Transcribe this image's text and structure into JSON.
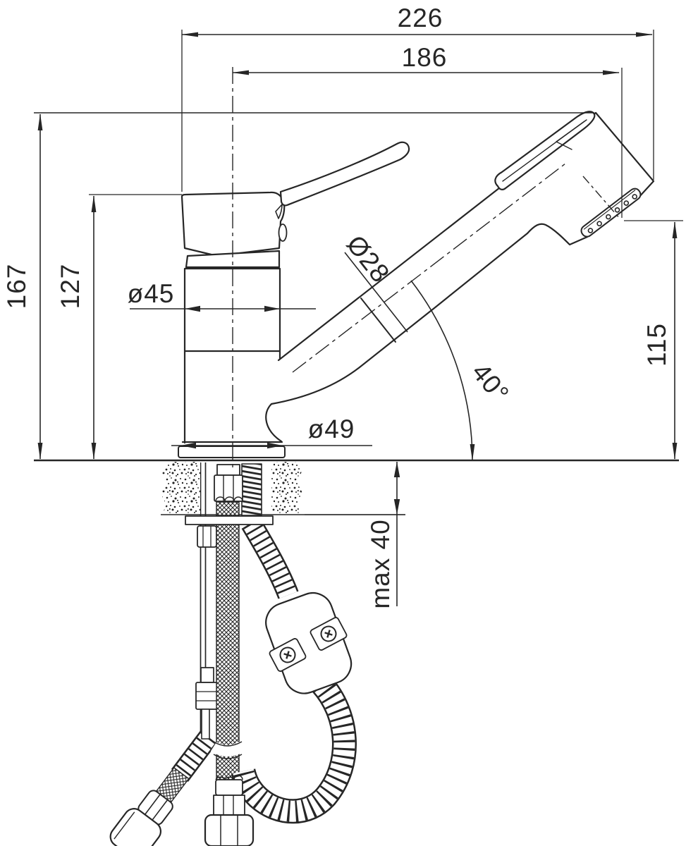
{
  "drawing": {
    "type": "technical_drawing",
    "subject": "Single-lever kitchen mixer tap with pull-out spray head, side elevation with installation hoses",
    "units": "mm",
    "dimensions": {
      "overall_length": "226",
      "spout_reach": "186",
      "total_height": "167",
      "body_height": "127",
      "body_diameter": "ø45",
      "spout_diameter": "Ø28",
      "spout_angle": "40°",
      "outlet_height": "115",
      "base_diameter": "ø49",
      "max_counter_thickness": "max 40"
    },
    "colors": {
      "line": "#262626",
      "background": "#ffffff"
    }
  }
}
